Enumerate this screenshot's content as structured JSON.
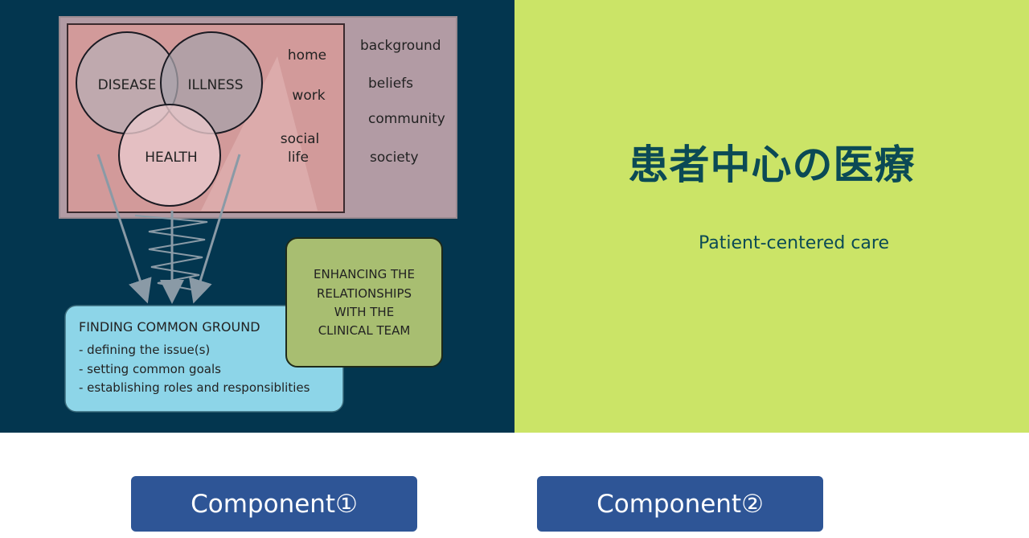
{
  "diagram": {
    "circles": {
      "disease": "DISEASE",
      "illness": "ILLNESS",
      "health": "HEALTH"
    },
    "context_near": [
      "home",
      "work",
      "social",
      "life"
    ],
    "context_far": [
      "background",
      "beliefs",
      "community",
      "society"
    ],
    "common_ground": {
      "title": "FINDING COMMON GROUND",
      "items": [
        "- defining the issue(s)",
        "- setting common goals",
        "- establishing roles and responsiblities"
      ]
    },
    "relationships": [
      "ENHANCING THE",
      "RELATIONSHIPS",
      "WITH THE",
      "CLINICAL TEAM"
    ]
  },
  "header": {
    "title": "患者中心の医療",
    "subtitle": "Patient-centered care"
  },
  "buttons": {
    "component1": "Component①",
    "component2": "Component②"
  },
  "colors": {
    "left_bg": "#03364f",
    "right_bg": "#cbe467",
    "button_bg": "#2e5596",
    "title": "#0b4a55"
  }
}
